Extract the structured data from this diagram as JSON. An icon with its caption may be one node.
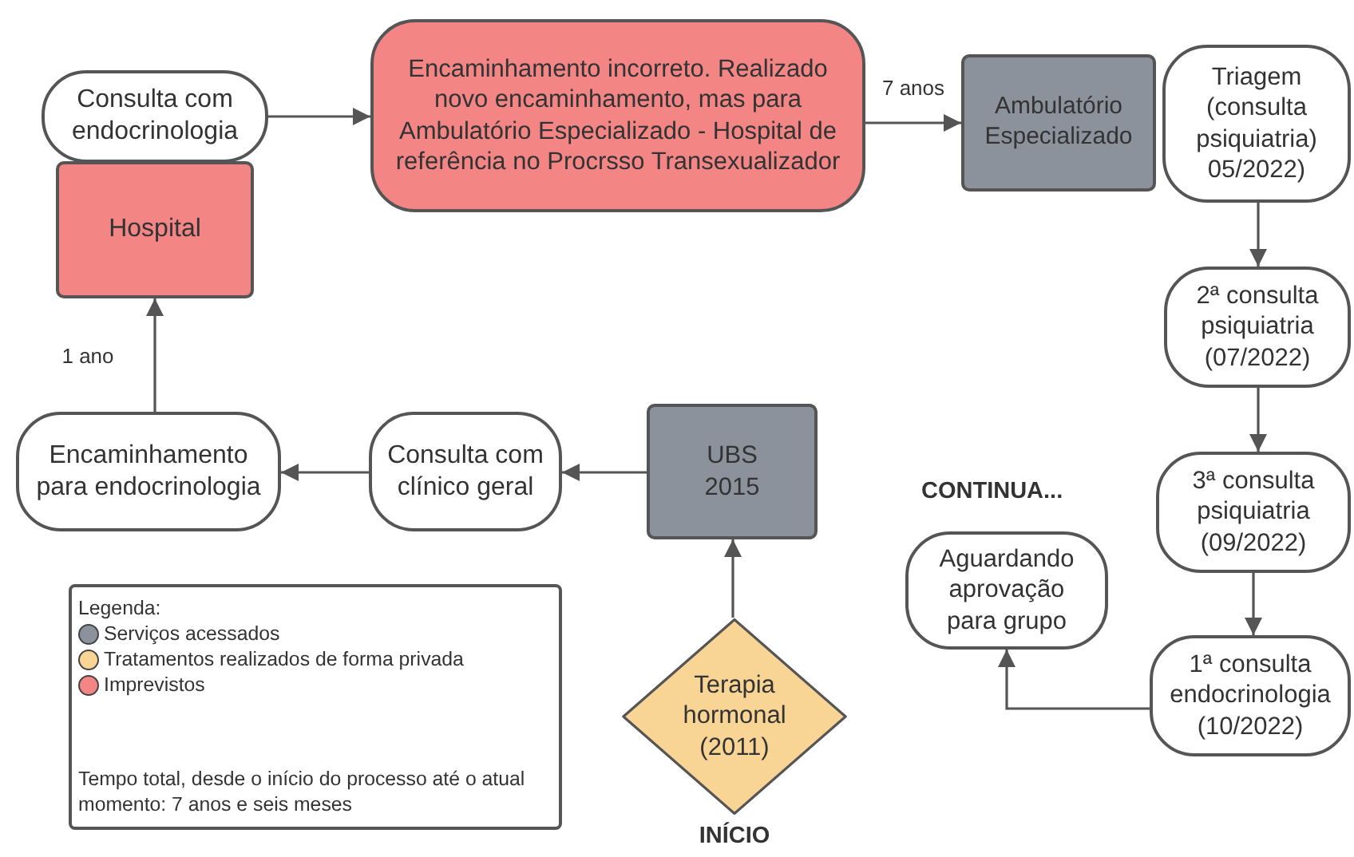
{
  "diagram": {
    "nodes": [
      {
        "text": [
          "Consulta com endocrinologia"
        ]
      },
      {
        "text": [
          "Hospital"
        ]
      },
      {
        "text": [
          "Encaminhamento incorreto. Realizado novo encaminhamento, mas para Ambulatório Especializado - Hospital de referência no Procrsso Transexualizador"
        ]
      },
      {
        "text": [
          "Ambulatório Especializado"
        ]
      },
      {
        "text": [
          "Triagem (consulta psiquiatria) 05/2022)"
        ]
      },
      {
        "text": [
          "2ª consulta psiquiatria (07/2022)"
        ]
      },
      {
        "text": [
          "3ª consulta psiquiatria (09/2022)"
        ]
      },
      {
        "text": [
          "1ª consulta endocrinologia (10/2022)"
        ]
      },
      {
        "text": [
          "Aguardando aprovação para grupo"
        ]
      },
      {
        "text": [
          "Encaminhamento para endocrinologia"
        ]
      },
      {
        "text": [
          "Consulta com clínico geral"
        ]
      },
      {
        "text": [
          "UBS 2015"
        ]
      },
      {
        "text": [
          "Terapia hormonal (2011)"
        ],
        "beside": [
          "INÍCIO"
        ]
      }
    ],
    "edges": [
      {
        "from": 12,
        "to": 11,
        "arrow": "to"
      },
      {
        "from": 11,
        "to": 10,
        "arrow": "to"
      },
      {
        "from": 10,
        "to": 9,
        "arrow": "to"
      },
      {
        "from": 9,
        "to": 1,
        "arrow": "to",
        "label": "1 ano"
      },
      {
        "from": 0,
        "to": 2,
        "arrow": "to"
      },
      {
        "from": 2,
        "to": 3,
        "arrow": "to",
        "label": "7 anos"
      },
      {
        "from": 4,
        "to": 5,
        "arrow": "to"
      },
      {
        "from": 5,
        "to": 6,
        "arrow": "to"
      },
      {
        "from": 6,
        "to": 7,
        "arrow": "to"
      },
      {
        "from": 7,
        "to": 8,
        "arrow": "to"
      }
    ],
    "labels": [
      "CONTINUA...",
      "Legenda:",
      "Tempo total, desde o início do processo até o atual momento: 7 anos e seis meses"
    ],
    "legend": [
      {
        "text": "Serviços acessados",
        "color": "#8c929c"
      },
      {
        "text": "Tratamentos realizados de forma privada",
        "color": "#f9d595"
      },
      {
        "text": "Imprevistos",
        "color": "#f38585"
      }
    ]
  }
}
